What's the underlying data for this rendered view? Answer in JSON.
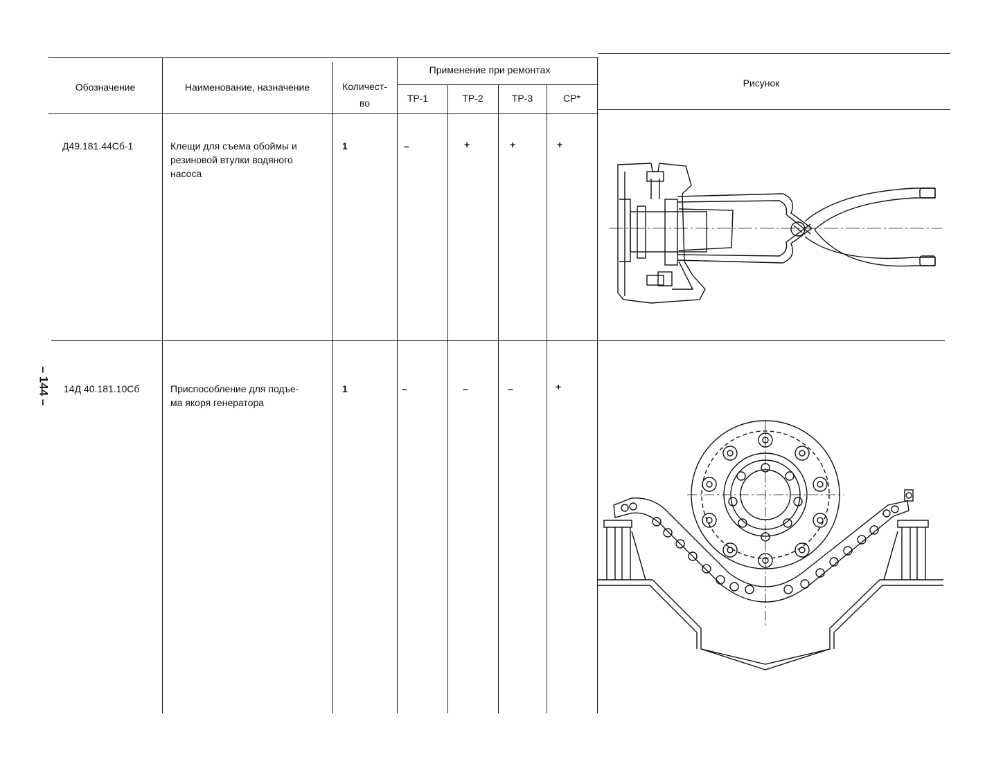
{
  "page_number": "– 144 –",
  "table": {
    "headers": {
      "designation": "Обозначение",
      "name": "Наименование, назначение",
      "quantity_line1": "Количест-",
      "quantity_line2": "во",
      "application_group": "Применение при ремонтах",
      "tr1": "ТР-1",
      "tr2": "ТР-2",
      "tr3": "ТР-3",
      "sr": "СР*",
      "figure": "Рисунок"
    },
    "rows": [
      {
        "designation": "Д49.181.44Сб-1",
        "name_lines": [
          "Клещи для съема обоймы и",
          "резиновой втулки водяного",
          "насоса"
        ],
        "quantity": "1",
        "tr1": "–",
        "tr2": "+",
        "tr3": "+",
        "sr": "+",
        "figure_icon": "pliers-drawing"
      },
      {
        "designation": "14Д 40.181.10Сб",
        "name_lines": [
          "Приспособление для подъе-",
          "ма якоря генератора"
        ],
        "quantity": "1",
        "tr1": "–",
        "tr2": "–",
        "tr3": "–",
        "sr": "+",
        "figure_icon": "armature-lift-fixture-drawing"
      }
    ]
  }
}
